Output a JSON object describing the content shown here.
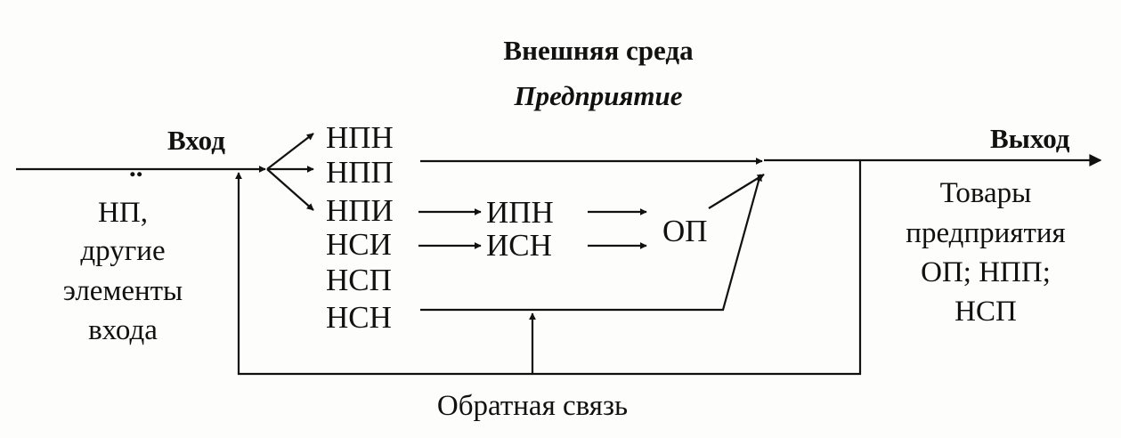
{
  "header": {
    "title": "Внешняя среда",
    "subtitle": "Предприятие"
  },
  "input": {
    "label": "Вход",
    "marker": "..",
    "description": [
      "НП,",
      "другие",
      "элементы",
      "входа"
    ]
  },
  "output": {
    "label": "Выход",
    "description": [
      "Товары",
      "предприятия",
      "ОП; НПП;",
      "НСП"
    ]
  },
  "nodes": {
    "npn": "НПН",
    "npp": "НПП",
    "npi": "НПИ",
    "nsi": "НСИ",
    "nsp": "НСП",
    "nsn": "НСН",
    "ipn": "ИПН",
    "isn": "ИСН",
    "op": "ОП"
  },
  "feedback": {
    "label": "Обратная связь"
  }
}
